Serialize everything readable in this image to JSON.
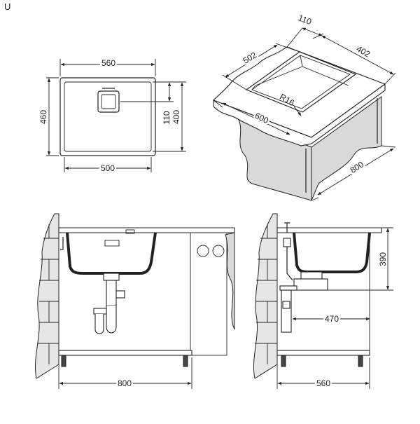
{
  "corner_label": "U",
  "top_view": {
    "width_outer": "560",
    "width_inner": "500",
    "height_outer": "460",
    "height_400": "400",
    "height_110": "110"
  },
  "iso_view": {
    "dim_110": "110",
    "dim_402": "402",
    "dim_502": "502",
    "radius": "R16",
    "dim_600": "600",
    "dim_800": "800"
  },
  "front_view": {
    "width": "800"
  },
  "side_view": {
    "height_390": "390",
    "depth_470": "470",
    "width_560": "560"
  }
}
